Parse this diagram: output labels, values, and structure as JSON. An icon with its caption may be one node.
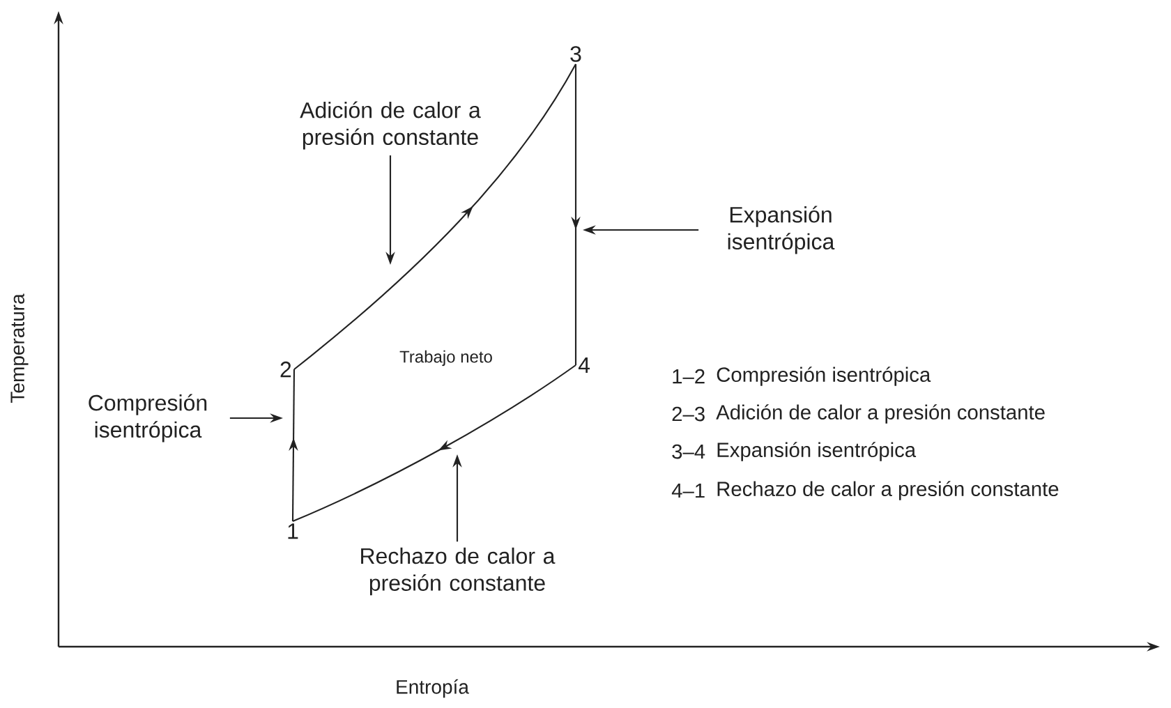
{
  "diagram": {
    "nodes": [
      {
        "text": [
          "3"
        ]
      },
      {
        "text": [
          "Adición de calor a presión constante"
        ]
      },
      {
        "text": [
          "Expansión isentrópica"
        ]
      },
      {
        "text": [
          "2"
        ]
      },
      {
        "text": [
          "4"
        ]
      },
      {
        "text": [
          "Compresión isentrópica"
        ]
      },
      {
        "text": [
          "1"
        ]
      },
      {
        "text": [
          "Rechazo de calor a presión constante"
        ]
      }
    ],
    "edges": [
      {
        "from": 6,
        "to": 3,
        "arrow": "to"
      },
      {
        "from": 3,
        "to": 0,
        "arrow": "to"
      },
      {
        "from": 0,
        "to": 4,
        "arrow": "to"
      },
      {
        "from": 4,
        "to": 6,
        "arrow": "to"
      },
      {
        "from": 1,
        "to": null,
        "arrow": "to"
      },
      {
        "from": 2,
        "to": null,
        "arrow": "to"
      },
      {
        "from": 5,
        "to": null,
        "arrow": "to"
      },
      {
        "from": 7,
        "to": null,
        "arrow": "to"
      }
    ],
    "labels": [
      "Temperatura",
      "Trabajo neto",
      "1–2",
      "Compresión isentrópica",
      "2–3",
      "Adición de calor a presión constante",
      "3–4",
      "Expansión isentrópica",
      "4–1",
      "Rechazo de calor a presión constante",
      "Entropía"
    ]
  }
}
